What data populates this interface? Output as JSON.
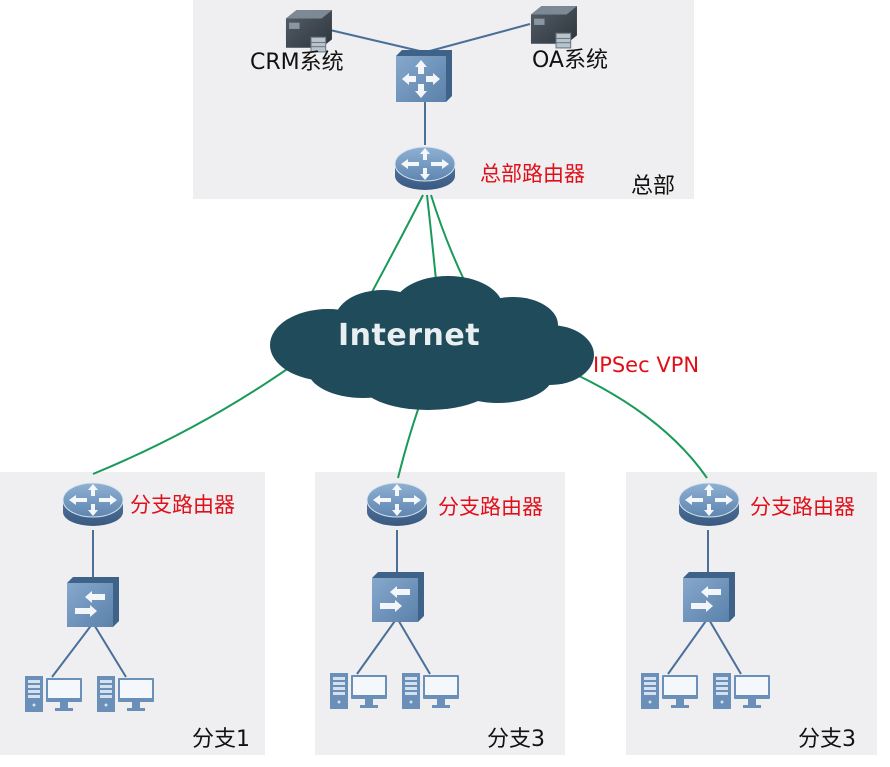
{
  "diagram": {
    "headquarters": {
      "area_label": "总部",
      "router_label": "总部路由器",
      "servers": [
        {
          "label": "CRM系统",
          "icon": "server-icon"
        },
        {
          "label": "OA系统",
          "icon": "server-icon"
        }
      ],
      "core_switch_icon": "layer3-switch-icon",
      "router_icon": "router-icon"
    },
    "internet": {
      "label": "Internet",
      "icon": "cloud-icon",
      "link_label": "IPSec VPN"
    },
    "branches": [
      {
        "area_label": "分支1",
        "router_label": "分支路由器",
        "pcs": 2
      },
      {
        "area_label": "分支3",
        "router_label": "分支路由器",
        "pcs": 2
      },
      {
        "area_label": "分支3",
        "router_label": "分支路由器",
        "pcs": 2
      }
    ],
    "colors": {
      "panel_bg": "#efeff1",
      "vpn_link": "#1a9a5a",
      "lan_link": "#4a6f99",
      "cloud": "#1f4b5a",
      "device_blue": "#6a8fb8",
      "label_red": "#e0101a"
    }
  }
}
